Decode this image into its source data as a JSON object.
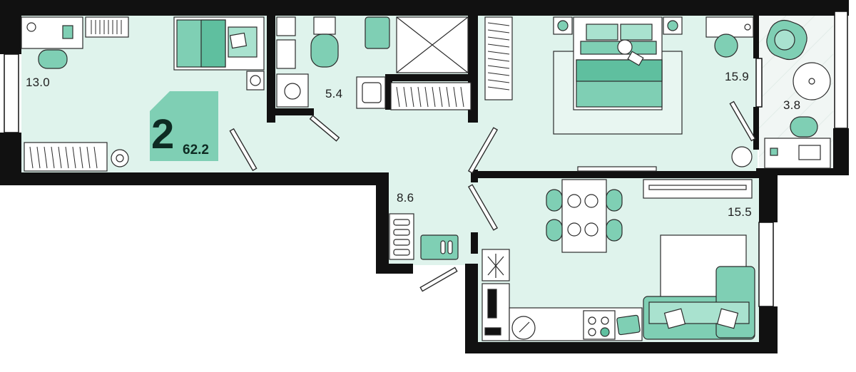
{
  "summary": {
    "rooms": "2",
    "total_area": "62.2"
  },
  "rooms": [
    {
      "id": "bedroom-left",
      "area": "13.0"
    },
    {
      "id": "bathroom",
      "area": "5.4"
    },
    {
      "id": "bedroom-main",
      "area": "15.9"
    },
    {
      "id": "balcony",
      "area": "3.8"
    },
    {
      "id": "hallway",
      "area": "8.6"
    },
    {
      "id": "kitchen-living",
      "area": "15.5"
    }
  ],
  "colors": {
    "wall": "#111111",
    "floor": "#dff3ec",
    "accent": "#7fcfb4",
    "accent_dark": "#5fbf9f",
    "badge_bg": "#7fcfb4",
    "window": "#ffffff",
    "furniture_line": "#2b2b2b"
  },
  "icons": [
    "bed-icon",
    "desk-icon",
    "chair-icon",
    "wardrobe-icon",
    "plant-icon",
    "toilet-icon",
    "sink-icon",
    "shower-icon",
    "washing-machine-icon",
    "lamp-icon",
    "dining-table-icon",
    "sofa-icon",
    "stove-icon",
    "kitchen-sink-icon",
    "radiator-icon",
    "door-icon"
  ]
}
